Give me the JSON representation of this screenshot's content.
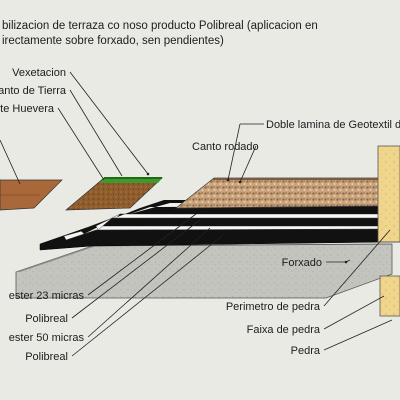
{
  "title": {
    "line1": "bilizacion de terraza co noso producto Polibreal (aplicacion en",
    "line2": "irectamente sobre forxado, sen pendientes)"
  },
  "labels": {
    "vexetacion": "Vexetacion",
    "canto_de_tierra": "anto de Tierra",
    "manto_huevera": "nte Huevera",
    "doble_lamina": "Doble lamina de Geotextil de",
    "canto_rodado": "Canto rodado",
    "poliester_23": "ester 23 micras",
    "polibreal_1": "Polibreal",
    "poliester_50": "ester 50 micras",
    "polibreal_2": "Polibreal",
    "forxado": "Forxado",
    "perimetro_pedra": "Perimetro de pedra",
    "faixa_pedra": "Faixa de pedra",
    "pedra": "Pedra"
  },
  "colors": {
    "background": "#e9eae4",
    "soil": "#8c5a2b",
    "grass": "#3e9a2e",
    "gravel": "#c8a078",
    "membrane": "#111111",
    "concrete": "#bdbdb8",
    "stone": "#efd58a"
  }
}
